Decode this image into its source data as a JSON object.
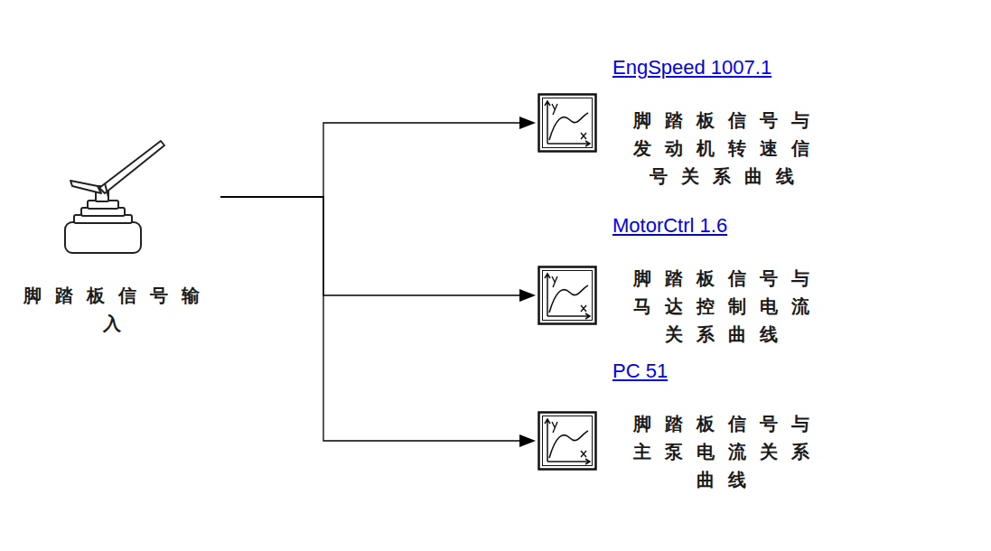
{
  "diagram": {
    "nodes": [
      {
        "text": [
          "脚踏板信号输 入"
        ]
      },
      {
        "text": [
          "EngSpeed 1007.1",
          "脚踏板信号与 发动机转速信 号关系曲线"
        ]
      },
      {
        "text": [
          "MotorCtrl 1.6",
          "脚踏板信号与 马达控制电流 关系曲线"
        ]
      },
      {
        "text": [
          "PC 51",
          "脚踏板信号与 主泵电流关系 曲线"
        ]
      }
    ],
    "edges": [
      {
        "from": 0,
        "to": 1,
        "arrow": "to"
      },
      {
        "from": 0,
        "to": 2,
        "arrow": "to"
      },
      {
        "from": 0,
        "to": 3,
        "arrow": "to"
      }
    ]
  }
}
